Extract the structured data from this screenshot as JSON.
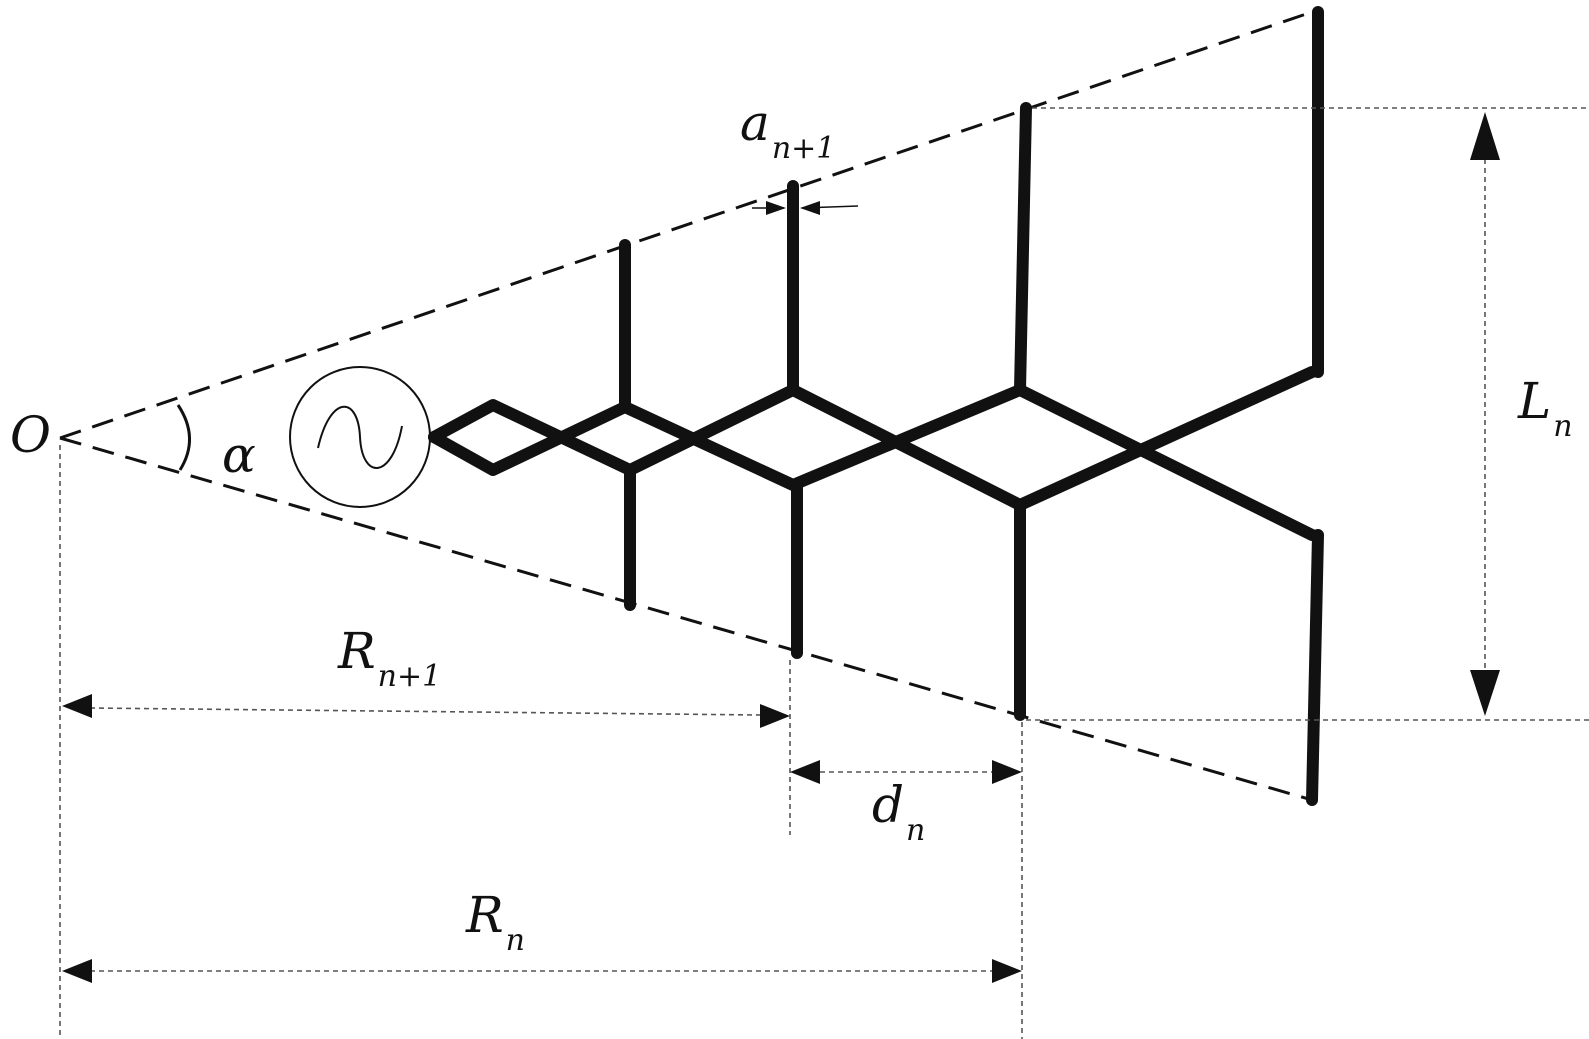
{
  "labels": {
    "origin": "O",
    "angle": "α",
    "a_main": "a",
    "a_sub": "n+1",
    "L_main": "L",
    "L_sub": "n",
    "d_main": "d",
    "d_sub": "n",
    "Rn1_main": "R",
    "Rn1_sub": "n+1",
    "Rn_main": "R",
    "Rn_sub": "n"
  }
}
